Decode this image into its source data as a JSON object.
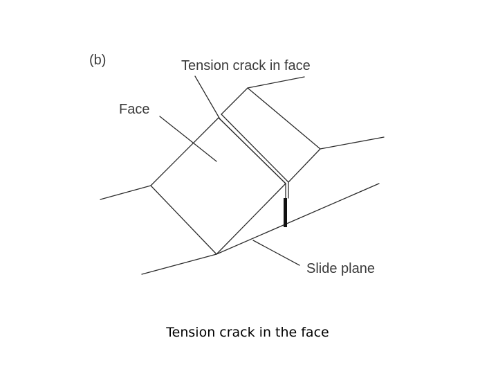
{
  "figure": {
    "panel_label": "(b)",
    "label_tension_crack": "Tension crack in face",
    "label_face": "Face",
    "label_slide_plane": "Slide plane"
  },
  "caption": "Tension crack in the face"
}
